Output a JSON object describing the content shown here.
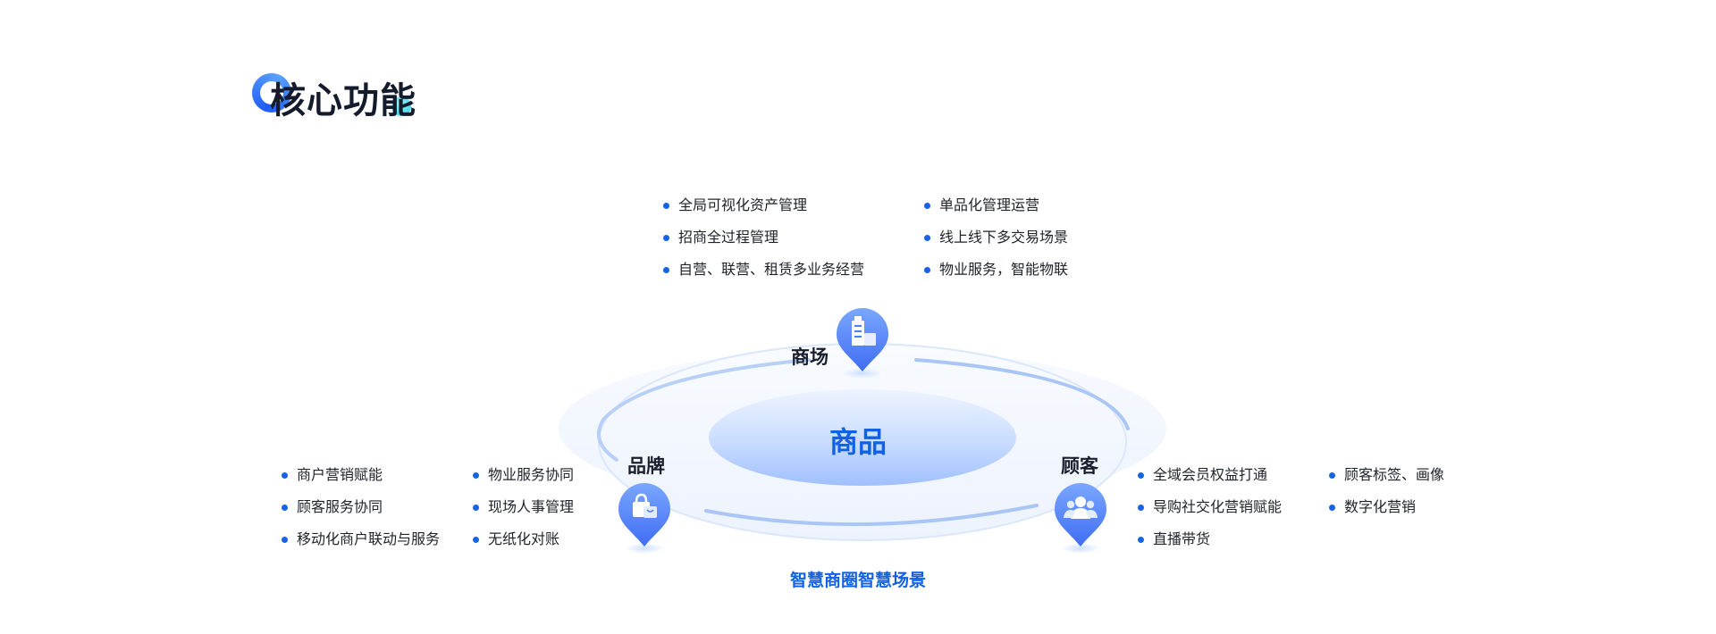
{
  "title": "核心功能",
  "colors": {
    "accent": "#1161e6",
    "bullet": "#1663e8",
    "pin": "#4d7dff"
  },
  "center": {
    "label": "商品",
    "caption": "智慧商圈智慧场景"
  },
  "nodes": {
    "mall": {
      "label": "商场",
      "icon": "building-icon",
      "features_left": [
        "全局可视化资产管理",
        "招商全过程管理",
        "自营、联营、租赁多业务经营"
      ],
      "features_right": [
        "单品化管理运营",
        "线上线下多交易场景",
        "物业服务，智能物联"
      ]
    },
    "brand": {
      "label": "品牌",
      "icon": "shopping-bag-icon",
      "features_left": [
        "商户营销赋能",
        "顾客服务协同",
        "移动化商户联动与服务"
      ],
      "features_right": [
        "物业服务协同",
        "现场人事管理",
        "无纸化对账"
      ]
    },
    "customer": {
      "label": "顾客",
      "icon": "users-icon",
      "features_left": [
        "全域会员权益打通",
        "导购社交化营销赋能",
        "直播带货"
      ],
      "features_right": [
        "顾客标签、画像",
        "数字化营销"
      ]
    }
  }
}
